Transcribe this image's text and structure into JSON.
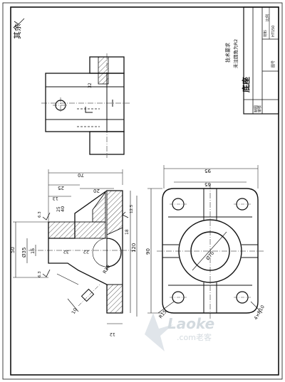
{
  "corner_note": "其余",
  "technical_requirements": {
    "title": "技术要求",
    "line1": "未注圆角为R2"
  },
  "title_block": {
    "part_name": "底座",
    "material_label": "材料",
    "material_value": "HT150",
    "scale_label": "比例",
    "drawn_label": "制图",
    "check_label": "审核",
    "sheet_label": "图号"
  },
  "dimensions": {
    "width_95": "95",
    "width_65": "65",
    "width_70": "70",
    "d25": "25",
    "d20": "20",
    "d13": "13",
    "d40": "40",
    "height_120": "120",
    "height_90": "90",
    "height_50": "50",
    "phi35": "Ø35",
    "d15": "15",
    "d32": "32",
    "d22": "22",
    "r30": "R30",
    "phi70": "Ø70",
    "r15": "R15",
    "r10": "4×R10",
    "d10": "10",
    "d12": "12",
    "d18": "18",
    "d32b": "32",
    "rough_63": "6.3",
    "rough_6": "6.3",
    "rough_12": "12.5",
    "d25b": "25"
  },
  "watermark": {
    "brand": "Laoke",
    "domain": ".com老客"
  }
}
